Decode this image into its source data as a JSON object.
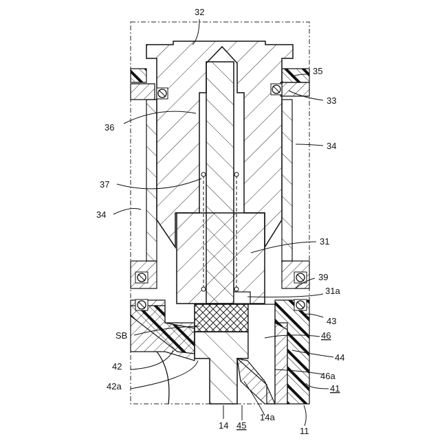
{
  "labels": {
    "l32": "32",
    "l35": "35",
    "l33": "33",
    "l36": "36",
    "l34a": "34",
    "l37": "37",
    "l34b": "34",
    "l31": "31",
    "l39": "39",
    "l31a": "31a",
    "l43": "43",
    "lSB": "SB",
    "l46": "46",
    "l42": "42",
    "l44": "44",
    "l46a": "46a",
    "l42a": "42a",
    "l41": "41",
    "l14": "14",
    "l45": "45",
    "l14a": "14a",
    "l11": "11"
  }
}
